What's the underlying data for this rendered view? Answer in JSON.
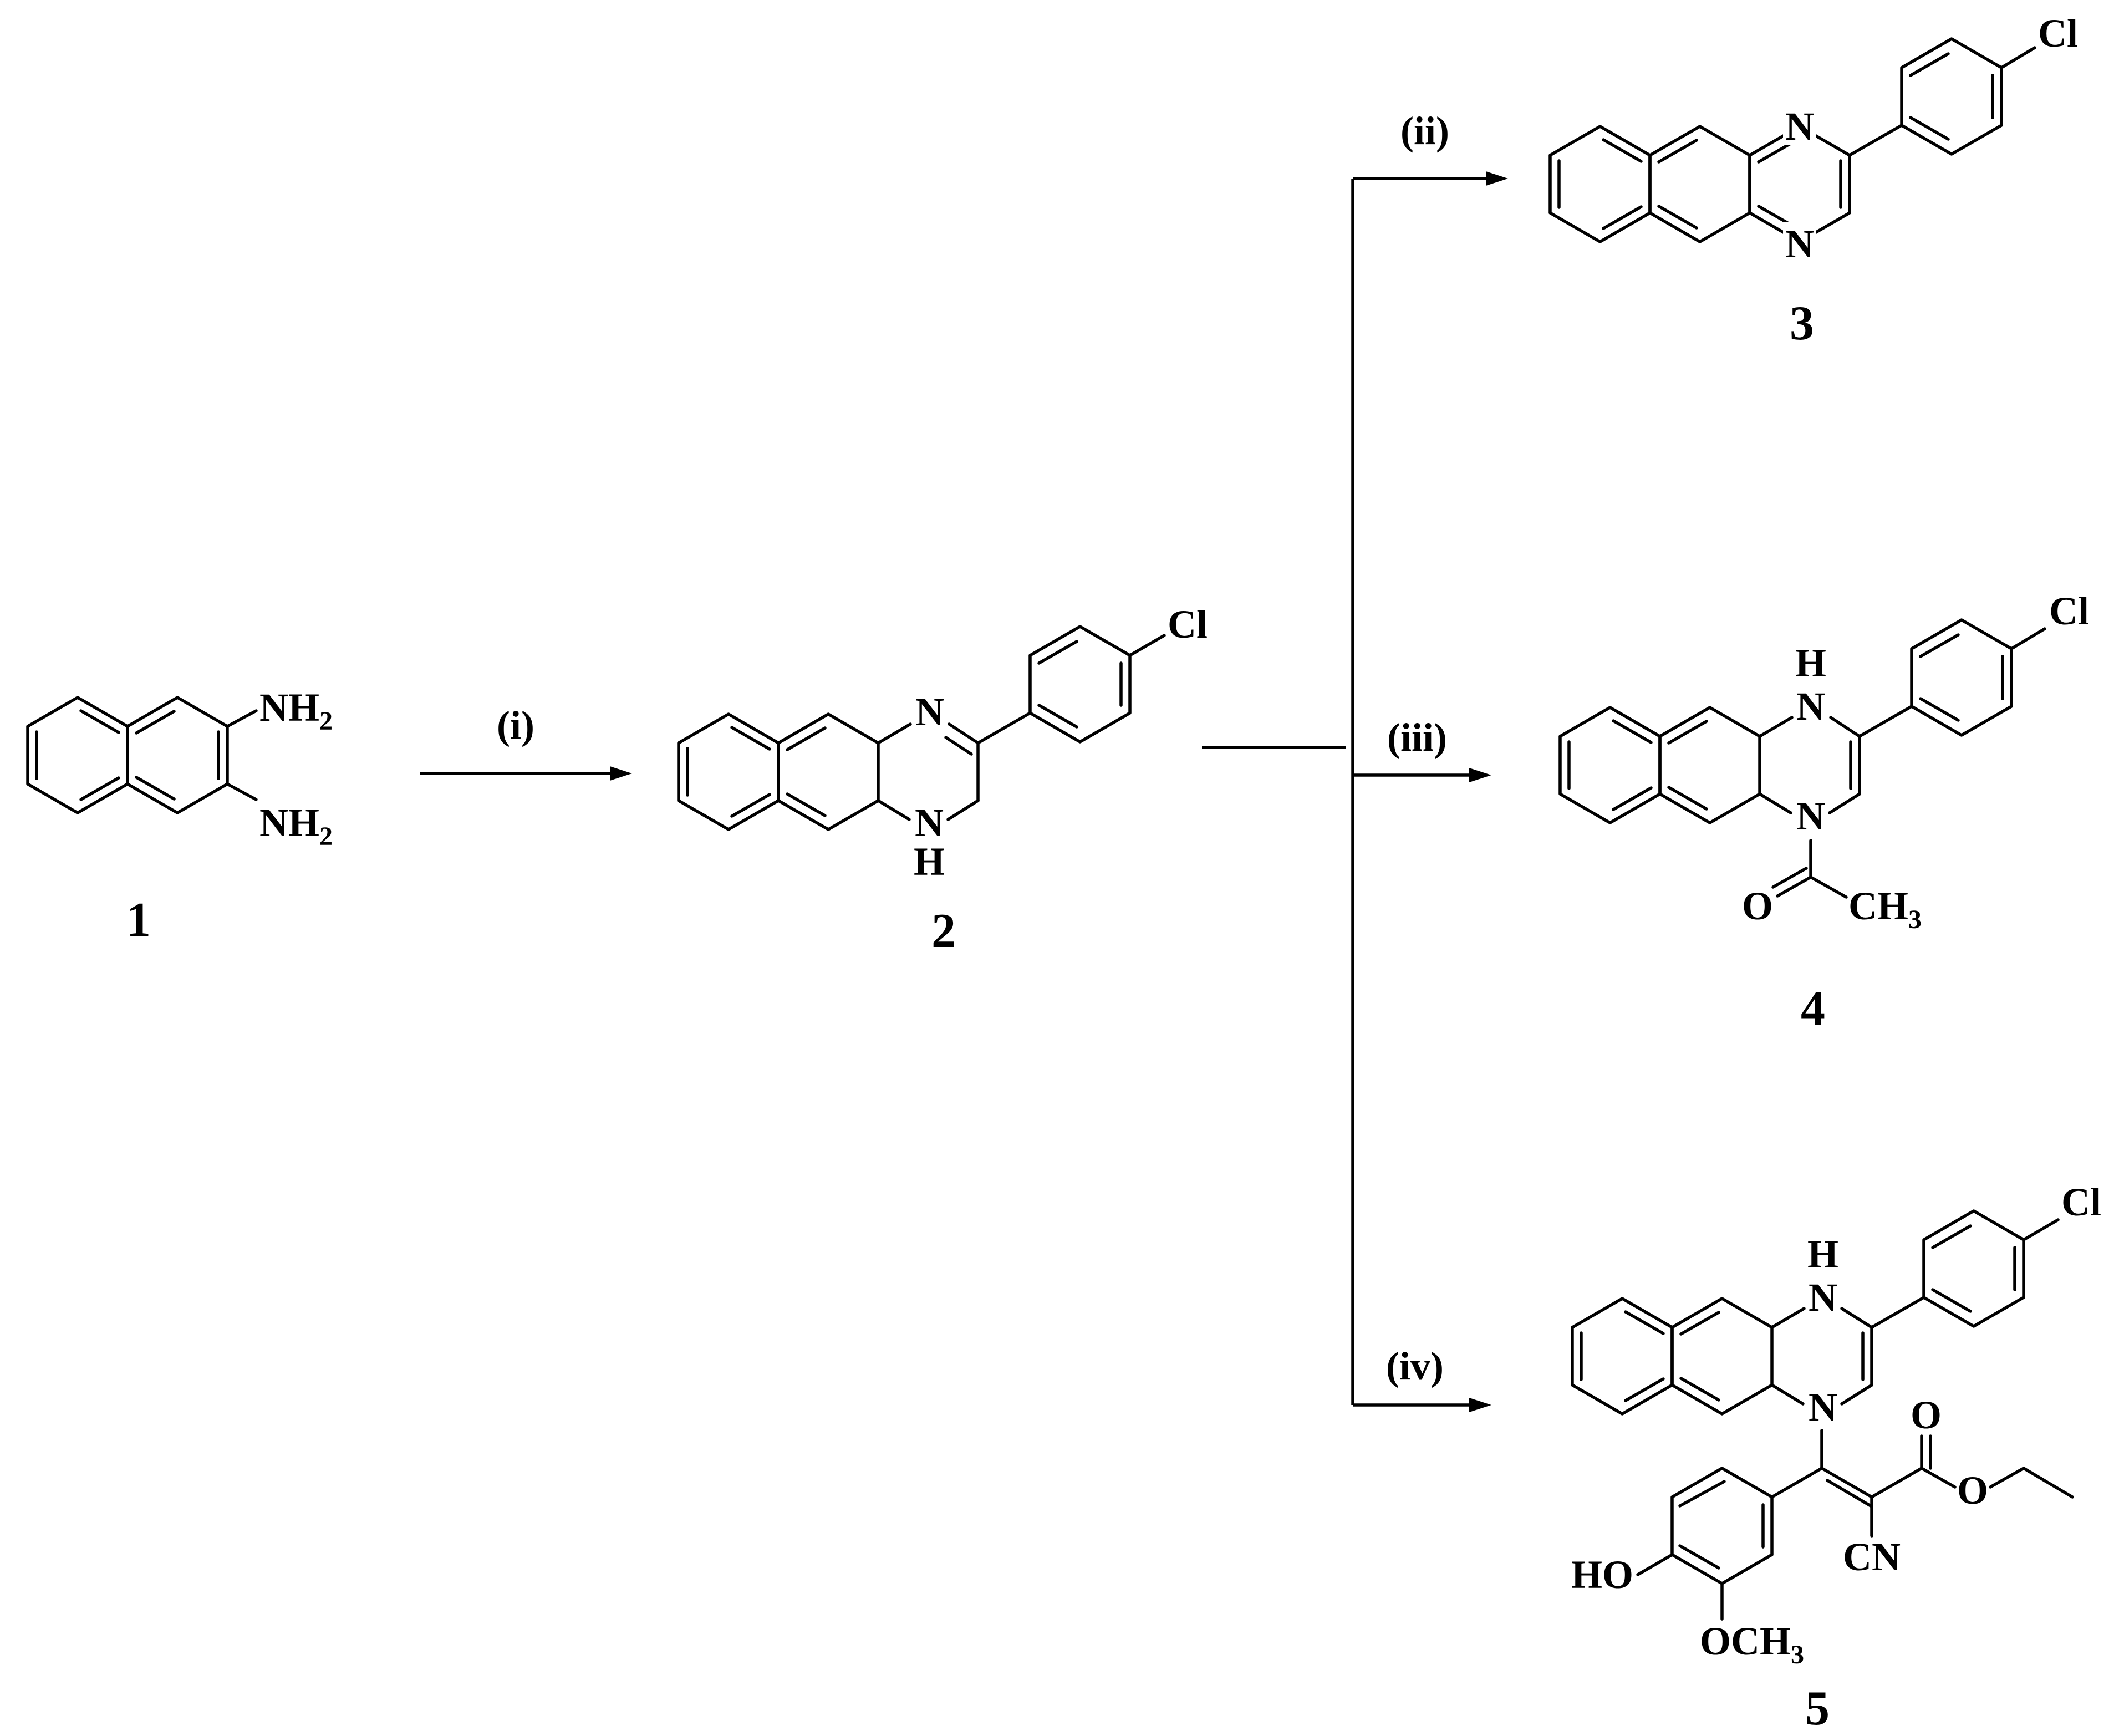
{
  "compounds": [
    {
      "label": "1"
    },
    {
      "label": "2"
    },
    {
      "label": "3"
    },
    {
      "label": "4"
    },
    {
      "label": "5"
    }
  ],
  "conditions": {
    "step1": "(i)",
    "step2": "(ii)",
    "step3": "(iii)",
    "step4": "(iv)"
  },
  "atom_labels": {
    "NH": "NH",
    "N": "N",
    "H": "H",
    "Cl": "Cl",
    "O": "O",
    "CH": "CH",
    "HO": "HO",
    "OCH": "OCH",
    "CN": "CN",
    "sub2": "2",
    "sub3": "3"
  }
}
